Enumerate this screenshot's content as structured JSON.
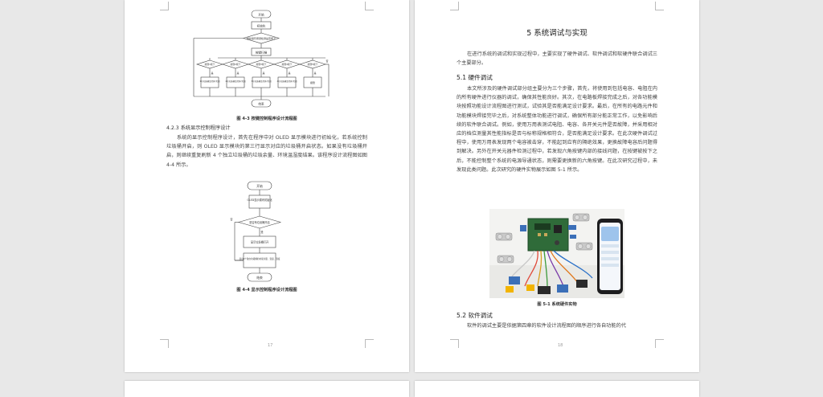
{
  "left_page": {
    "fig43": {
      "start": "开始",
      "init": "初始化",
      "cond": "继续循环按键检测是否按下",
      "scan": "按键扫描",
      "branches": [
        "按键1按下",
        "按键2按下",
        "按键3按下",
        "按键4按下",
        "按键5按下"
      ],
      "yes": "是",
      "no": "否",
      "actions": [
        "1号垃圾桶盖打开/关闭",
        "2号垃圾桶盖打开/关闭",
        "3号垃圾桶盖打开/关闭",
        "4号垃圾桶盖打开/关闭",
        "报警"
      ],
      "end": "结束",
      "caption": "图 4-3  按键控制程序设计流程图"
    },
    "section_title": "4.2.3 系统显示控制程序设计",
    "para1": "系统的显示控制程序设计，首先在程序中对 OLED 显示模块进行初始化，若系统控制垃圾桶开启，则 OLED 显示模块的第三行显示对应的垃圾桶开启状态。如果没有垃圾桶开启，则继续重复刷新 4 个独立垃圾桶的垃圾余量、环境温湿度结果。该程序设计流程图如图 4-4 所示。",
    "fig44": {
      "start": "开始",
      "init": "OLED显示模块初始化",
      "cond": "是否有垃圾桶开启",
      "yes": "是",
      "no": "否",
      "show": "显示垃圾桶打开",
      "refresh": "显示4个独立垃圾桶的垃圾余量、温度、湿度",
      "end": "结束",
      "caption": "图 4-4  显示控制程序设计流程图"
    },
    "page_number": "17"
  },
  "right_page": {
    "chapter_title": "5  系统调试与实现",
    "intro": "在进行系统的调试和实现过程中，主要实现了硬件调试、软件调试和软硬件联合调试三个主要部分。",
    "h51": "5.1 硬件调试",
    "para51": "本文所涉及的硬件调试部分组主要分为三个步骤，首先，将使用到包括电容、电阻在内的所有硬件进行仪器的调试，确保其性能良好。其次，在电路板焊接完成之后，对各功能模块按照功能设计流程图进行测试，试验其是否能满足设计要求。最后，在所有的电路元件和功能模块焊接完毕之后，对系统整体功能进行调试，确保所有部分能正常工作，以免影响后续的软件联合调试。例如，使用万用表测试电阻、电容、各开关元件是否故障，并采用相对应的档位测量其性能指标是否与标称规格相符合，是否能满足设计要求。在此次硬件调试过程中，使用万用表发现两个电容被击穿，不能起到应有的隔绝效果，更换故障电容后问题得到解决。另外在开关元器件检测过程中，若发现六角按键内部的接线问题，在按键被按下之后，不能控制整个系统的电源导通状态，则需要更换新的六角按键。在此次研究过程中，未发现此类问题。此次研究的硬件实物展示如图 5-1 所示。",
    "fig51_caption": "图 5-1  系统硬件实物",
    "h52": "5.2 软件调试",
    "para52": "软件的调试主要是依据第四章的软件设计流程图的顺序进行各自功能的代",
    "page_number": "18"
  }
}
